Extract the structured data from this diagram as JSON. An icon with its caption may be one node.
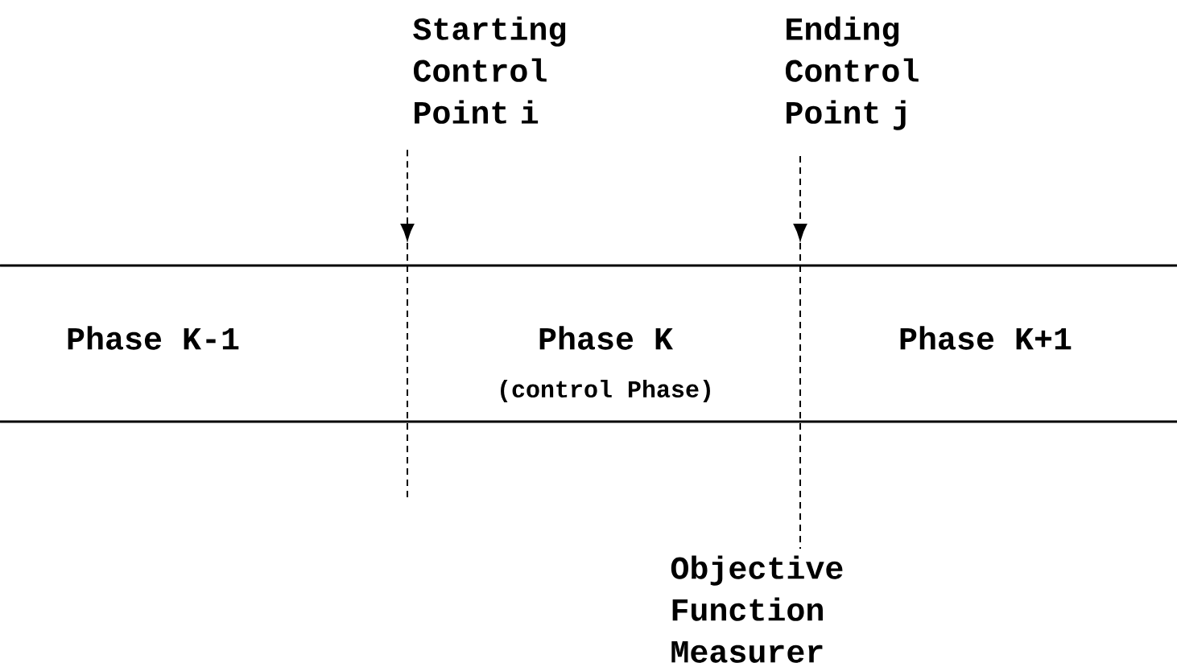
{
  "diagram": {
    "nodes": [
      {
        "text": [
          "Starting Control Point i"
        ]
      },
      {
        "text": [
          "Ending Control Point j"
        ]
      },
      {
        "text": [
          "Objective Function Measurer"
        ]
      }
    ],
    "edges": [
      {
        "from": 0,
        "to": null,
        "arrow": "to",
        "style": "dashed"
      },
      {
        "from": 1,
        "to": null,
        "arrow": "to",
        "style": "dashed"
      },
      {
        "from": null,
        "to": 2,
        "arrow": "none",
        "style": "dashed"
      }
    ],
    "labels": [
      "Phase K-1",
      "Phase K",
      "(control Phase)",
      "Phase K+1"
    ]
  }
}
